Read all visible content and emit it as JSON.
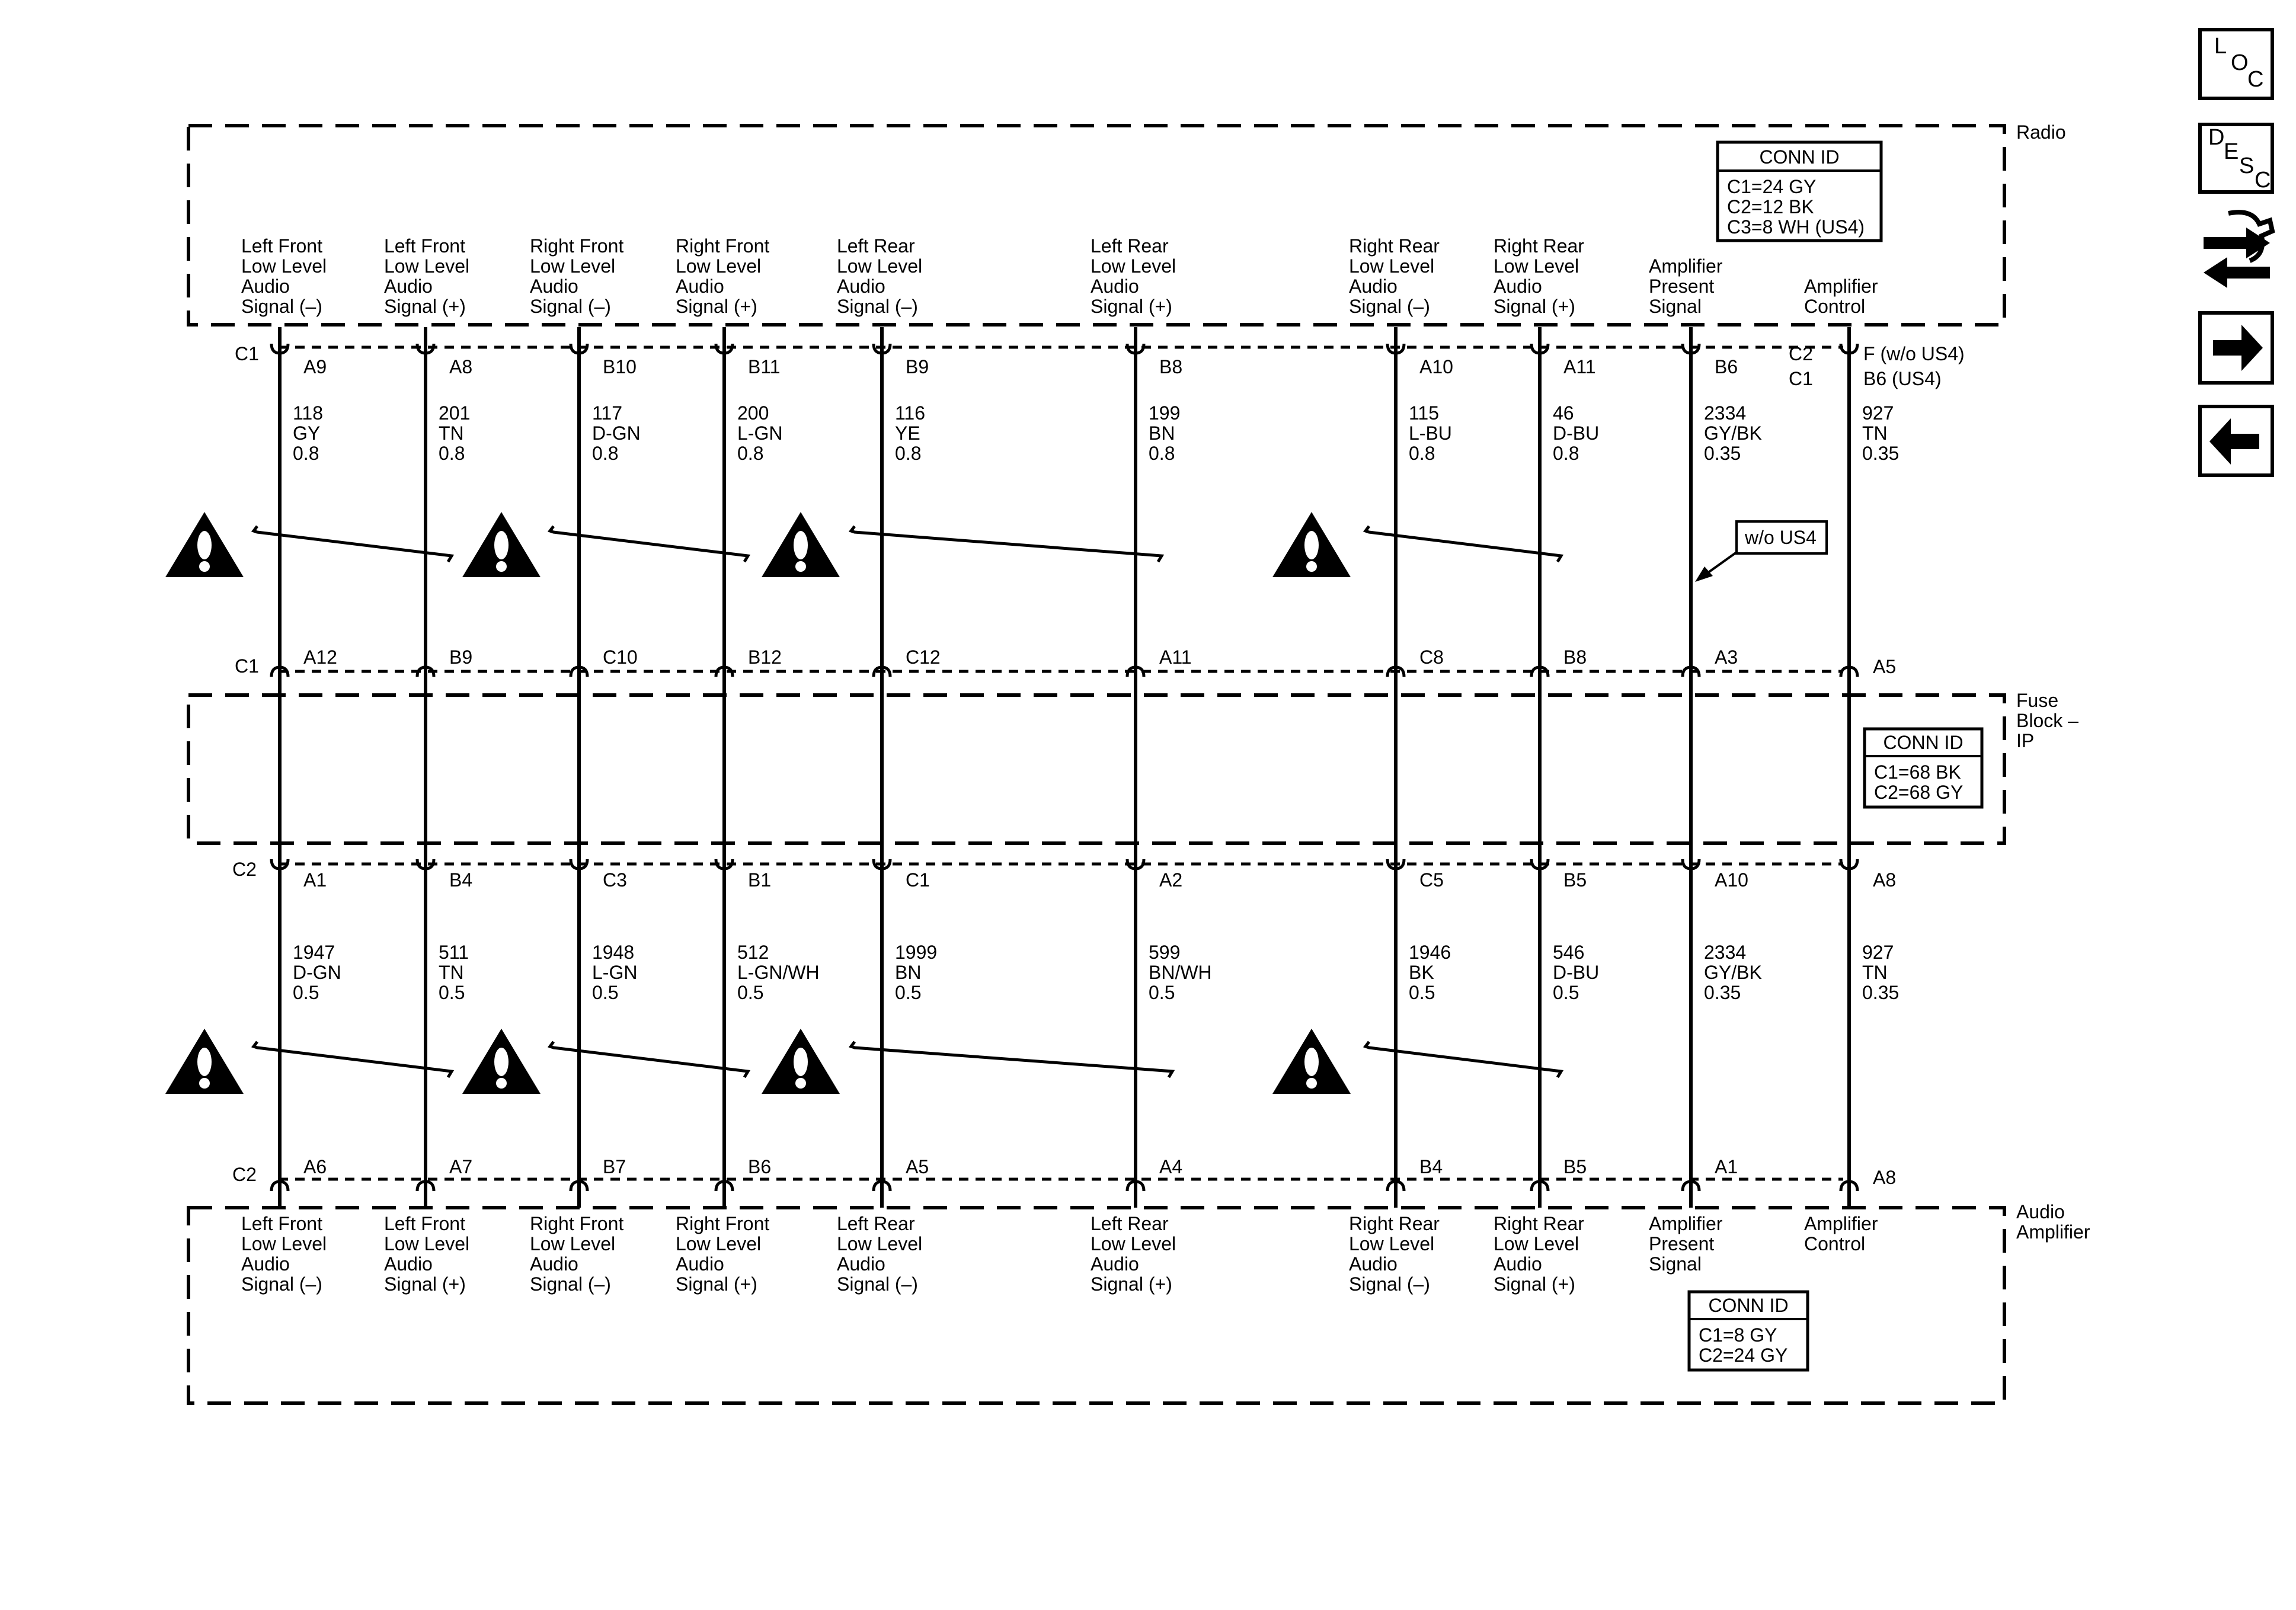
{
  "components": {
    "radio": "Radio",
    "fuse_block": [
      "Fuse",
      "Block –",
      "IP"
    ],
    "amplifier": [
      "Audio",
      "Amplifier"
    ]
  },
  "conn_boxes": {
    "radio": {
      "title": "CONN ID",
      "lines": [
        "C1=24 GY",
        "C2=12 BK",
        "C3=8 WH (US4)"
      ]
    },
    "fuse": {
      "title": "CONN ID",
      "lines": [
        "C1=68 BK",
        "C2=68 GY"
      ]
    },
    "amp": {
      "title": "CONN ID",
      "lines": [
        "C1=8 GY",
        "C2=24 GY"
      ]
    }
  },
  "connectors": {
    "radio": "C1",
    "radio_alt": [
      "C2",
      "C1"
    ],
    "radio_alt_pins": [
      "F (w/o US4)",
      "B6 (US4)"
    ],
    "fuse_top": "C1",
    "fuse_bottom": "C2",
    "amp": "C2"
  },
  "callout": "w/o US4",
  "nav": {
    "loc": [
      "L",
      "O",
      "C"
    ],
    "desc": [
      "D",
      "E",
      "S",
      "C"
    ]
  },
  "wires": [
    {
      "top_label": [
        "Left Front",
        "Low Level",
        "Audio",
        "Signal (–)"
      ],
      "radio_pin": "A9",
      "w1": [
        "118",
        "GY",
        "0.8"
      ],
      "fuse_top_pin": "A12",
      "fuse_bot_pin": "A1",
      "w2": [
        "1947",
        "D-GN",
        "0.5"
      ],
      "amp_pin": "A6",
      "bottom_label": [
        "Left Front",
        "Low Level",
        "Audio",
        "Signal (–)"
      ]
    },
    {
      "top_label": [
        "Left Front",
        "Low Level",
        "Audio",
        "Signal (+)"
      ],
      "radio_pin": "A8",
      "w1": [
        "201",
        "TN",
        "0.8"
      ],
      "fuse_top_pin": "B9",
      "fuse_bot_pin": "B4",
      "w2": [
        "511",
        "TN",
        "0.5"
      ],
      "amp_pin": "A7",
      "bottom_label": [
        "Left Front",
        "Low Level",
        "Audio",
        "Signal (+)"
      ]
    },
    {
      "top_label": [
        "Right Front",
        "Low Level",
        "Audio",
        "Signal (–)"
      ],
      "radio_pin": "B10",
      "w1": [
        "117",
        "D-GN",
        "0.8"
      ],
      "fuse_top_pin": "C10",
      "fuse_bot_pin": "C3",
      "w2": [
        "1948",
        "L-GN",
        "0.5"
      ],
      "amp_pin": "B7",
      "bottom_label": [
        "Right Front",
        "Low Level",
        "Audio",
        "Signal (–)"
      ]
    },
    {
      "top_label": [
        "Right Front",
        "Low Level",
        "Audio",
        "Signal (+)"
      ],
      "radio_pin": "B11",
      "w1": [
        "200",
        "L-GN",
        "0.8"
      ],
      "fuse_top_pin": "B12",
      "fuse_bot_pin": "B1",
      "w2": [
        "512",
        "L-GN/WH",
        "0.5"
      ],
      "amp_pin": "B6",
      "bottom_label": [
        "Right Front",
        "Low Level",
        "Audio",
        "Signal (+)"
      ]
    },
    {
      "top_label": [
        "Left Rear",
        "Low Level",
        "Audio",
        "Signal (–)"
      ],
      "radio_pin": "B9",
      "w1": [
        "116",
        "YE",
        "0.8"
      ],
      "fuse_top_pin": "C12",
      "fuse_bot_pin": "C1",
      "w2": [
        "1999",
        "BN",
        "0.5"
      ],
      "amp_pin": "A5",
      "bottom_label": [
        "Left Rear",
        "Low Level",
        "Audio",
        "Signal (–)"
      ]
    },
    {
      "top_label": [
        "Left Rear",
        "Low Level",
        "Audio",
        "Signal (+)"
      ],
      "radio_pin": "B8",
      "w1": [
        "199",
        "BN",
        "0.8"
      ],
      "fuse_top_pin": "A11",
      "fuse_bot_pin": "A2",
      "w2": [
        "599",
        "BN/WH",
        "0.5"
      ],
      "amp_pin": "A4",
      "bottom_label": [
        "Left Rear",
        "Low Level",
        "Audio",
        "Signal (+)"
      ]
    },
    {
      "top_label": [
        "Right Rear",
        "Low Level",
        "Audio",
        "Signal (–)"
      ],
      "radio_pin": "A10",
      "w1": [
        "115",
        "L-BU",
        "0.8"
      ],
      "fuse_top_pin": "C8",
      "fuse_bot_pin": "C5",
      "w2": [
        "1946",
        "BK",
        "0.5"
      ],
      "amp_pin": "B4",
      "bottom_label": [
        "Right Rear",
        "Low Level",
        "Audio",
        "Signal (–)"
      ]
    },
    {
      "top_label": [
        "Right Rear",
        "Low Level",
        "Audio",
        "Signal (+)"
      ],
      "radio_pin": "A11",
      "w1": [
        "46",
        "D-BU",
        "0.8"
      ],
      "fuse_top_pin": "B8",
      "fuse_bot_pin": "B5",
      "w2": [
        "546",
        "D-BU",
        "0.5"
      ],
      "amp_pin": "B5",
      "bottom_label": [
        "Right Rear",
        "Low Level",
        "Audio",
        "Signal (+)"
      ]
    },
    {
      "top_label": [
        "Amplifier",
        "Present",
        "Signal"
      ],
      "radio_pin": "B6",
      "w1": [
        "2334",
        "GY/BK",
        "0.35"
      ],
      "fuse_top_pin": "A3",
      "fuse_bot_pin": "A10",
      "w2": [
        "2334",
        "GY/BK",
        "0.35"
      ],
      "amp_pin": "A1",
      "bottom_label": [
        "Amplifier",
        "Present",
        "Signal"
      ]
    },
    {
      "top_label": [
        "Amplifier",
        "Control"
      ],
      "radio_pin": "",
      "w1": [
        "927",
        "TN",
        "0.35"
      ],
      "fuse_top_pin": "A5",
      "fuse_bot_pin": "A8",
      "w2": [
        "927",
        "TN",
        "0.35"
      ],
      "amp_pin": "A8",
      "bottom_label": [
        "Amplifier",
        "Control"
      ]
    }
  ]
}
